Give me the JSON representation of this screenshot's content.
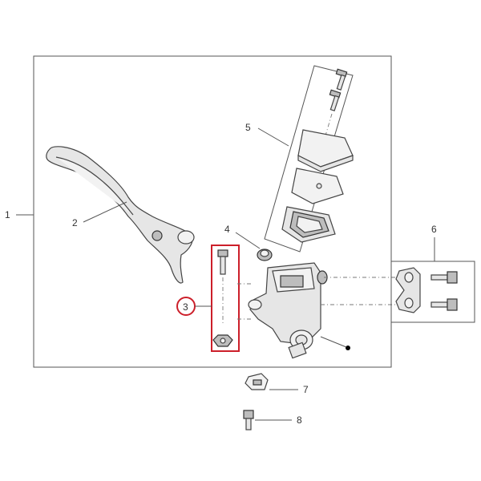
{
  "callouts": {
    "c1": "1",
    "c2": "2",
    "c3": "3",
    "c4": "4",
    "c5": "5",
    "c6": "6",
    "c7": "7",
    "c8": "8"
  },
  "colors": {
    "highlight": "#cc1f2a",
    "linework": "#555555"
  }
}
